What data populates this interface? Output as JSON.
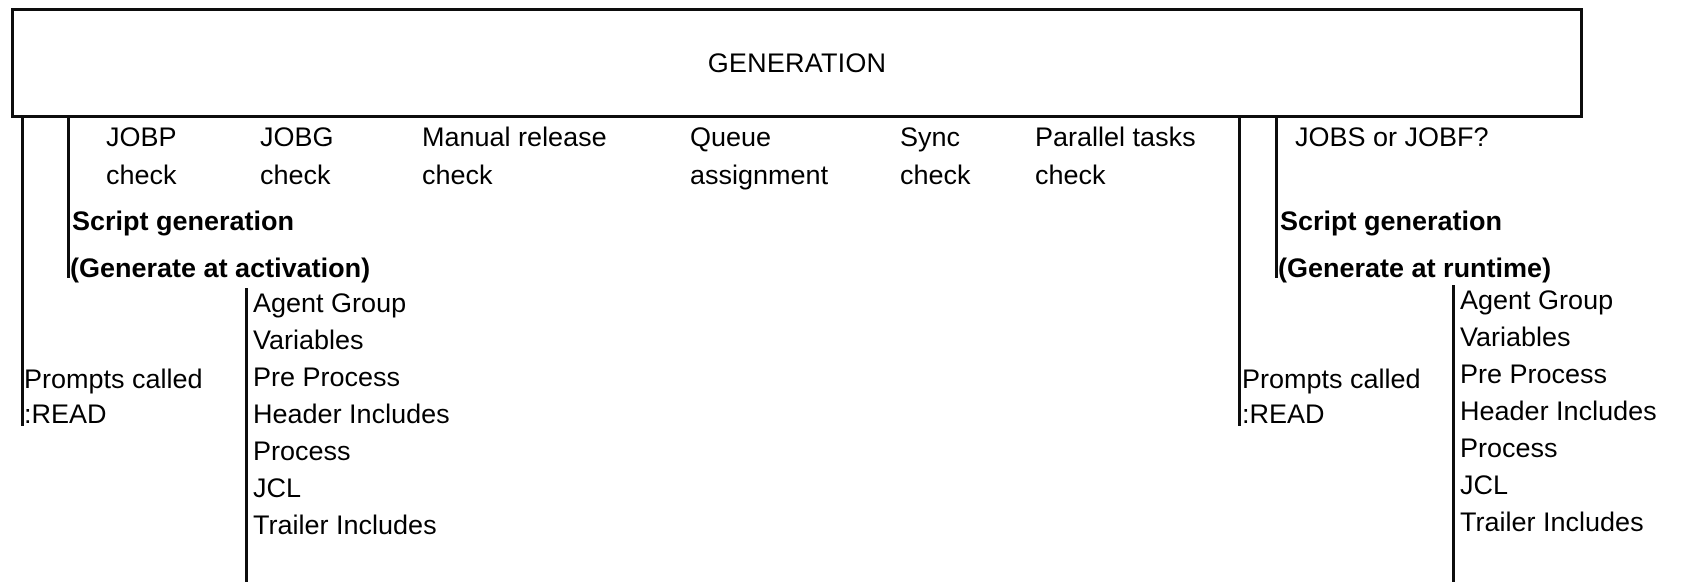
{
  "diagram": {
    "title": "GENERATION",
    "header_box": {
      "label": "GENERATION"
    },
    "check_columns": [
      {
        "line1": "JOBP",
        "line2": "check"
      },
      {
        "line1": "JOBG",
        "line2": "check"
      },
      {
        "line1": "Manual release",
        "line2": "check"
      },
      {
        "line1": "Queue",
        "line2": "assignment"
      },
      {
        "line1": "Sync",
        "line2": "check"
      },
      {
        "line1": "Parallel tasks",
        "line2": "check"
      }
    ],
    "right_question": "JOBS or JOBF?",
    "left_branch": {
      "heading_line1": "Script generation",
      "heading_line2": "(Generate at activation)",
      "prompts_line1": "Prompts called",
      "prompts_line2": ":READ",
      "items": [
        "Agent Group",
        "Variables",
        "Pre Process",
        "Header Includes",
        "Process",
        "JCL",
        "Trailer Includes"
      ]
    },
    "right_branch": {
      "heading_line1": "Script generation",
      "heading_line2": "(Generate at runtime)",
      "prompts_line1": "Prompts called",
      "prompts_line2": ":READ",
      "items": [
        "Agent Group",
        "Variables",
        "Pre Process",
        "Header Includes",
        "Process",
        "JCL",
        "Trailer Includes"
      ]
    },
    "colors": {
      "stroke": "#0d0d0d",
      "text": "#000000",
      "background": "#ffffff"
    }
  }
}
